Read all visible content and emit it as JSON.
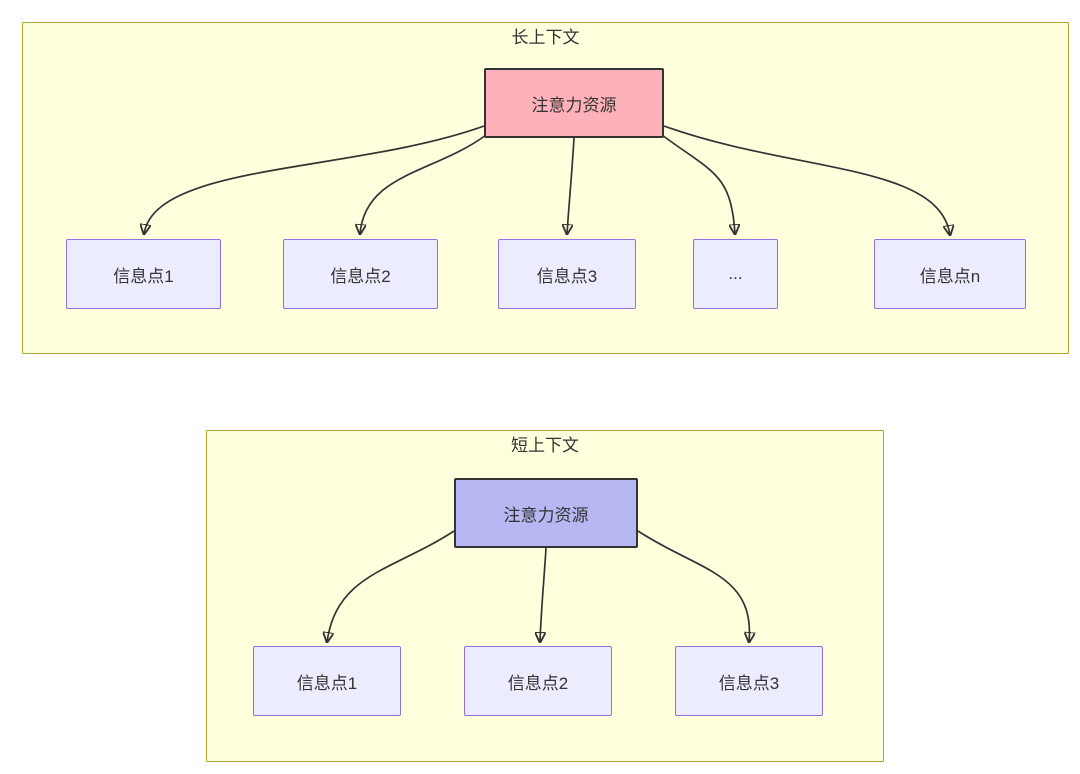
{
  "colors": {
    "page_background": "#ffffff",
    "container_fill": "#ffffde",
    "container_border": "#aaaa33",
    "node_fill": "#ececff",
    "node_border": "#9370db",
    "long_source_fill": "#ffb1bb",
    "short_source_fill": "#b7b7f3",
    "source_border": "#333333",
    "edge": "#333333",
    "text": "#333333"
  },
  "long_context": {
    "title": "长上下文",
    "source_label": "注意力资源",
    "targets": [
      "信息点1",
      "信息点2",
      "信息点3",
      "...",
      "信息点n"
    ]
  },
  "short_context": {
    "title": "短上下文",
    "source_label": "注意力资源",
    "targets": [
      "信息点1",
      "信息点2",
      "信息点3"
    ]
  }
}
